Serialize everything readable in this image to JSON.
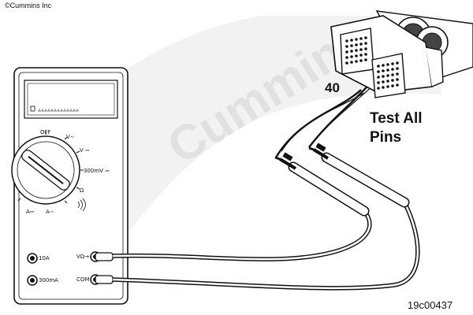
{
  "copyright": "©Cummins Inc",
  "watermark": "Cummins",
  "callouts": {
    "pin_number": "40",
    "instruction_line1": "Test All",
    "instruction_line2": "Pins"
  },
  "figure_id": "19c00437",
  "meter": {
    "dial_labels": {
      "off": "OFF",
      "v_ac": "V∼",
      "v_dc": "V ⎓",
      "mv": "300mV ⎓",
      "ohm": "Ω",
      "a_dc": "A⎓",
      "a_ac": "A∼"
    },
    "jacks": {
      "amps_10": "10A",
      "milliamps": "300mA",
      "volt_ohm": "VΩ→",
      "common": "COM"
    }
  }
}
